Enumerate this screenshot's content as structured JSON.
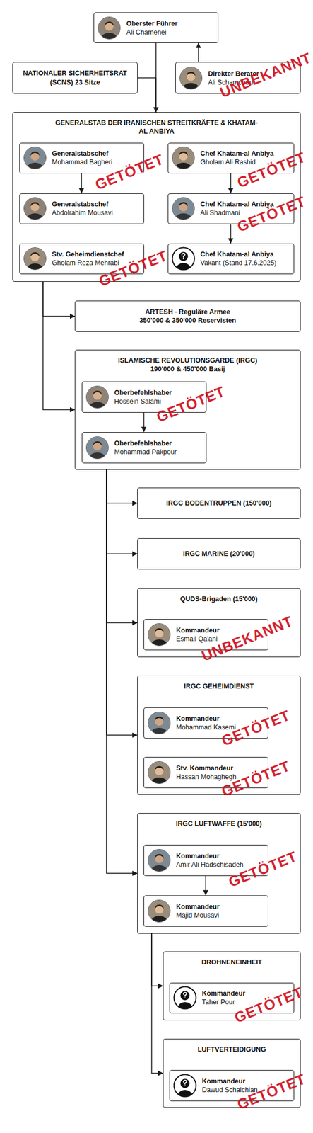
{
  "diagram": {
    "nodes": [
      {
        "text": [
          "Oberster Führer",
          "Ali Chamenei"
        ]
      },
      {
        "text": [
          "NATIONALER SICHERHEITSRAT (SCNS) 23 Sitze"
        ]
      },
      {
        "text": [
          "Direkter Berater",
          "Ali Schamchani"
        ]
      },
      {
        "text": [
          "GENERALSTAB DER IRANISCHEN STREITKRÄFTE & KHATAM-AL ANBIYA"
        ]
      },
      {
        "text": [
          "Generalstabschef",
          "Mohammad Bagheri"
        ],
        "in": 3
      },
      {
        "text": [
          "Chef Khatam-al Anbiya",
          "Gholam Ali Rashid"
        ],
        "in": 3
      },
      {
        "text": [
          "Generalstabschef",
          "Abdolrahim Mousavi"
        ],
        "in": 3
      },
      {
        "text": [
          "Chef Khatam-al Anbiya",
          "Ali Shadmani"
        ],
        "in": 3
      },
      {
        "text": [
          "Stv. Geheimdienstchef",
          "Gholam Reza Mehrabi"
        ],
        "in": 3
      },
      {
        "text": [
          "Chef Khatam-al Anbiya",
          "Vakant (Stand 17.6.2025)"
        ],
        "in": 3
      },
      {
        "text": [
          "ARTESH - Reguläre Armee 350'000 & 350'000 Reservisten"
        ]
      },
      {
        "text": [
          "ISLAMISCHE REVOLUTIONSGARDE (IRGC) 190'000 & 450'000 Basij"
        ]
      },
      {
        "text": [
          "Oberbefehlshaber",
          "Hossein Salami"
        ],
        "in": 11
      },
      {
        "text": [
          "Oberbefehlshaber",
          "Mohammad Pakpour"
        ],
        "in": 11
      },
      {
        "text": [
          "IRGC BODENTRUPPEN (150'000)"
        ]
      },
      {
        "text": [
          "IRGC MARINE (20'000)"
        ]
      },
      {
        "text": [
          "QUDS-Brigaden (15'000)"
        ]
      },
      {
        "text": [
          "Kommandeur",
          "Esmail Qa'ani"
        ],
        "in": 16
      },
      {
        "text": [
          "IRGC GEHEIMDIENST"
        ]
      },
      {
        "text": [
          "Kommandeur",
          "Mohammad Kasemi"
        ],
        "in": 18
      },
      {
        "text": [
          "Stv. Kommandeur",
          "Hassan Mohaghegh"
        ],
        "in": 18
      },
      {
        "text": [
          "IRGC LUFTWAFFE (15'000)"
        ]
      },
      {
        "text": [
          "Kommandeur",
          "Amir Ali Hadschisadeh"
        ],
        "in": 21
      },
      {
        "text": [
          "Kommandeur",
          "Majid Mousavi"
        ],
        "in": 21
      },
      {
        "text": [
          "DROHNENEINHEIT"
        ]
      },
      {
        "text": [
          "Kommandeur",
          "Taher Pour"
        ],
        "in": 24
      },
      {
        "text": [
          "LUFTVERTEIDIGUNG"
        ]
      },
      {
        "text": [
          "Kommandeur",
          "Dawud Schaichian"
        ],
        "in": 26
      }
    ],
    "edges": [
      {
        "from": 0,
        "to": 3,
        "arrow": "to"
      },
      {
        "from": 1,
        "to": 3,
        "arrow": "to"
      },
      {
        "from": 2,
        "to": 0,
        "arrow": "to"
      },
      {
        "from": 4,
        "to": 6,
        "arrow": "to"
      },
      {
        "from": 5,
        "to": 7,
        "arrow": "to"
      },
      {
        "from": 7,
        "to": 9,
        "arrow": "to"
      },
      {
        "from": 3,
        "to": 10,
        "arrow": "to"
      },
      {
        "from": 3,
        "to": 11,
        "arrow": "to"
      },
      {
        "from": 12,
        "to": 13,
        "arrow": "to"
      },
      {
        "from": 11,
        "to": 14,
        "arrow": "to"
      },
      {
        "from": 11,
        "to": 15,
        "arrow": "to"
      },
      {
        "from": 11,
        "to": 16,
        "arrow": "to"
      },
      {
        "from": 11,
        "to": 18,
        "arrow": "to"
      },
      {
        "from": 11,
        "to": 21,
        "arrow": "to"
      },
      {
        "from": 22,
        "to": 23,
        "arrow": "to"
      },
      {
        "from": 21,
        "to": 24,
        "arrow": "to"
      },
      {
        "from": 21,
        "to": 26,
        "arrow": "to"
      }
    ],
    "labels": [
      "UNBEKANNT",
      "GETÖTET",
      "GETÖTET",
      "GETÖTET",
      "GETÖTET",
      "GETÖTET",
      "UNBEKANNT",
      "GETÖTET",
      "GETÖTET",
      "GETÖTET",
      "GETÖTET",
      "GETÖTET"
    ]
  }
}
